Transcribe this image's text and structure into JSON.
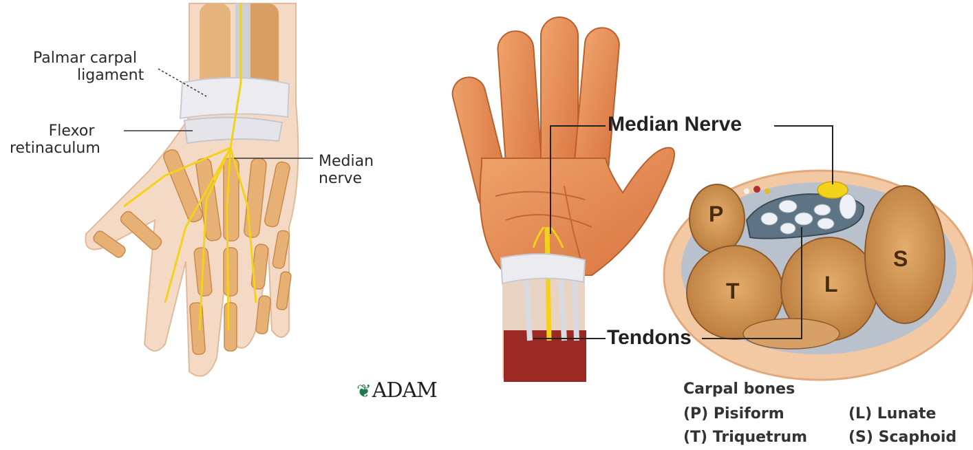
{
  "left_labels": {
    "palmar_carpal_ligament": [
      "Palmar carpal",
      "ligament"
    ],
    "flexor_retinaculum": [
      "Flexor",
      "retinaculum"
    ],
    "median_nerve": [
      "Median",
      "nerve"
    ]
  },
  "right_labels": {
    "median_nerve": "Median Nerve",
    "tendons": "Tendons"
  },
  "bones": {
    "p": "P",
    "t": "T",
    "l": "L",
    "s": "S"
  },
  "legend": {
    "title": "Carpal bones",
    "items": [
      "(P) Pisiform",
      "(L) Lunate",
      "(T) Triquetrum",
      "(S) Scaphoid"
    ]
  },
  "logo": "ADAM",
  "colors": {
    "skin": "#e8915a",
    "skin_dark": "#c9683a",
    "bone": "#e6b37a",
    "nerve": "#f2d21a",
    "ligament": "#e8e8ec",
    "muscle": "#a8322a",
    "section_outer": "#f3c9a3",
    "section_bone": "#c98a45"
  }
}
